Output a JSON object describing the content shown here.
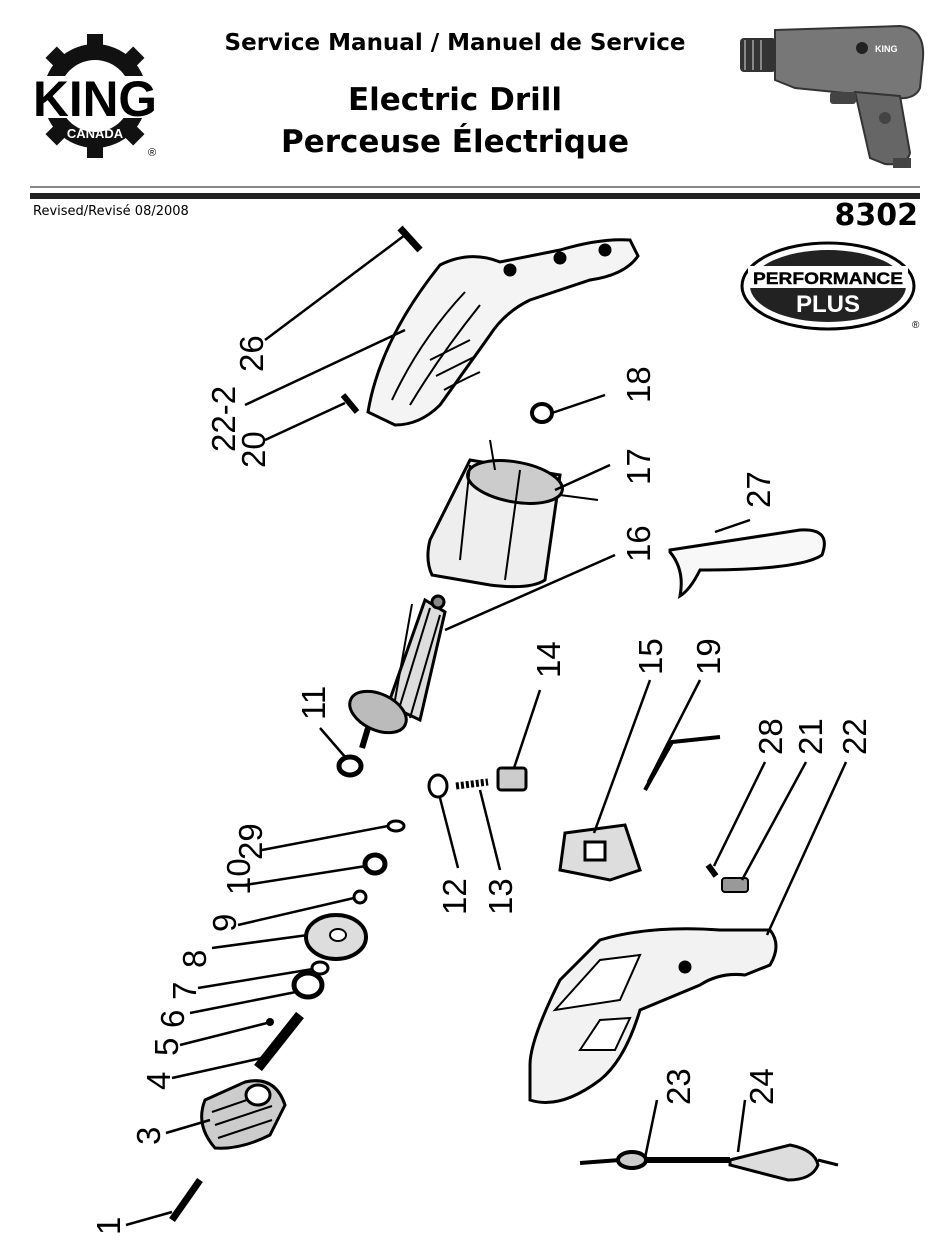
{
  "brand": {
    "name": "KING",
    "sub": "CANADA",
    "registered": "®"
  },
  "header": {
    "manual": "Service Manual / Manuel de Service",
    "title_en": "Electric Drill",
    "title_fr": "Perceuse Électrique"
  },
  "revised": "Revised/Revisé 08/2008",
  "model": "8302",
  "performance_logo": {
    "line1": "PERFORMANCE",
    "line2": "PLUS",
    "registered": "®"
  },
  "drill_badge": "KING",
  "part_labels": {
    "p1": "1",
    "p3": "3",
    "p4": "4",
    "p5": "5",
    "p6": "6",
    "p7": "7",
    "p8": "8",
    "p9": "9",
    "p10": "10",
    "p11": "11",
    "p12": "12",
    "p13": "13",
    "p14": "14",
    "p15": "15",
    "p16": "16",
    "p17": "17",
    "p18": "18",
    "p19": "19",
    "p20": "20",
    "p21": "21",
    "p22": "22",
    "p22_2": "22-2",
    "p23": "23",
    "p24": "24",
    "p26": "26",
    "p27": "27",
    "p28": "28",
    "p29": "29"
  }
}
